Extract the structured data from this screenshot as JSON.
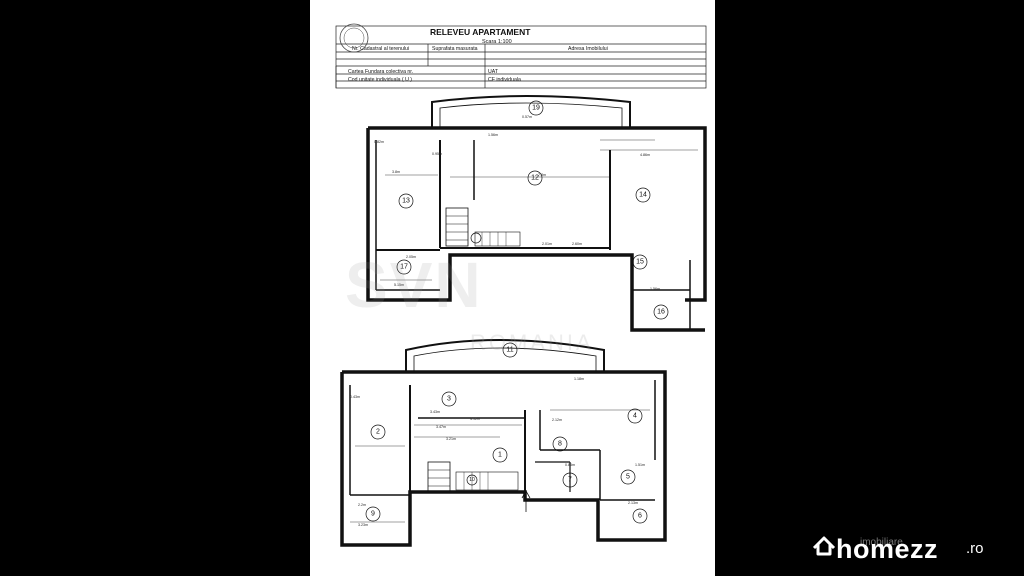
{
  "header": {
    "title": "RELEVEU APARTAMENT",
    "scale": "Scara 1:100",
    "col1": "Nr. Cadastral al terenului",
    "col2": "Suprafata masurata",
    "col3": "Adresa Imobilului",
    "row2a": "Cartea Fundara colectiva nr.",
    "row2b": "UAT",
    "row3a": "Cod unitate individuala ( U )",
    "row3b": "CF individuala"
  },
  "watermark": {
    "text": "SVN",
    "sub": "ROMANIA"
  },
  "brand": {
    "name": "homezz",
    "tld": ".ro",
    "faded": "imobiliare"
  },
  "rooms": {
    "r1": "1",
    "r2": "2",
    "r3": "3",
    "r4": "4",
    "r5": "5",
    "r6": "6",
    "r7": "7",
    "r8": "8",
    "r9": "9",
    "r10": "10",
    "r11": "11",
    "r12": "12",
    "r13": "13",
    "r14": "14",
    "r15": "15",
    "r16": "16",
    "r17": "17",
    "r19": "19"
  },
  "dims": {
    "d1": "1.56m",
    "d2": "0.57m",
    "d3": "0.95m",
    "d4": "0.82m",
    "d5": "7.8m",
    "d6": "3.8m",
    "d7": "4.86m",
    "d8": "2.01m",
    "d9": "2.60m",
    "d10": "5.15m",
    "d11": "3.43m",
    "d12": "1.18m",
    "d13": "0.43m",
    "d14": "3.47m",
    "d15": "3.21m",
    "d16": "4.12m",
    "d17": "2.12m",
    "d18": "2.2m",
    "d19": "3.23m",
    "d20": "2.13m",
    "d21": "1.56m",
    "d22": "2.05m",
    "d23": "1.51m",
    "d24": "0.85m"
  }
}
